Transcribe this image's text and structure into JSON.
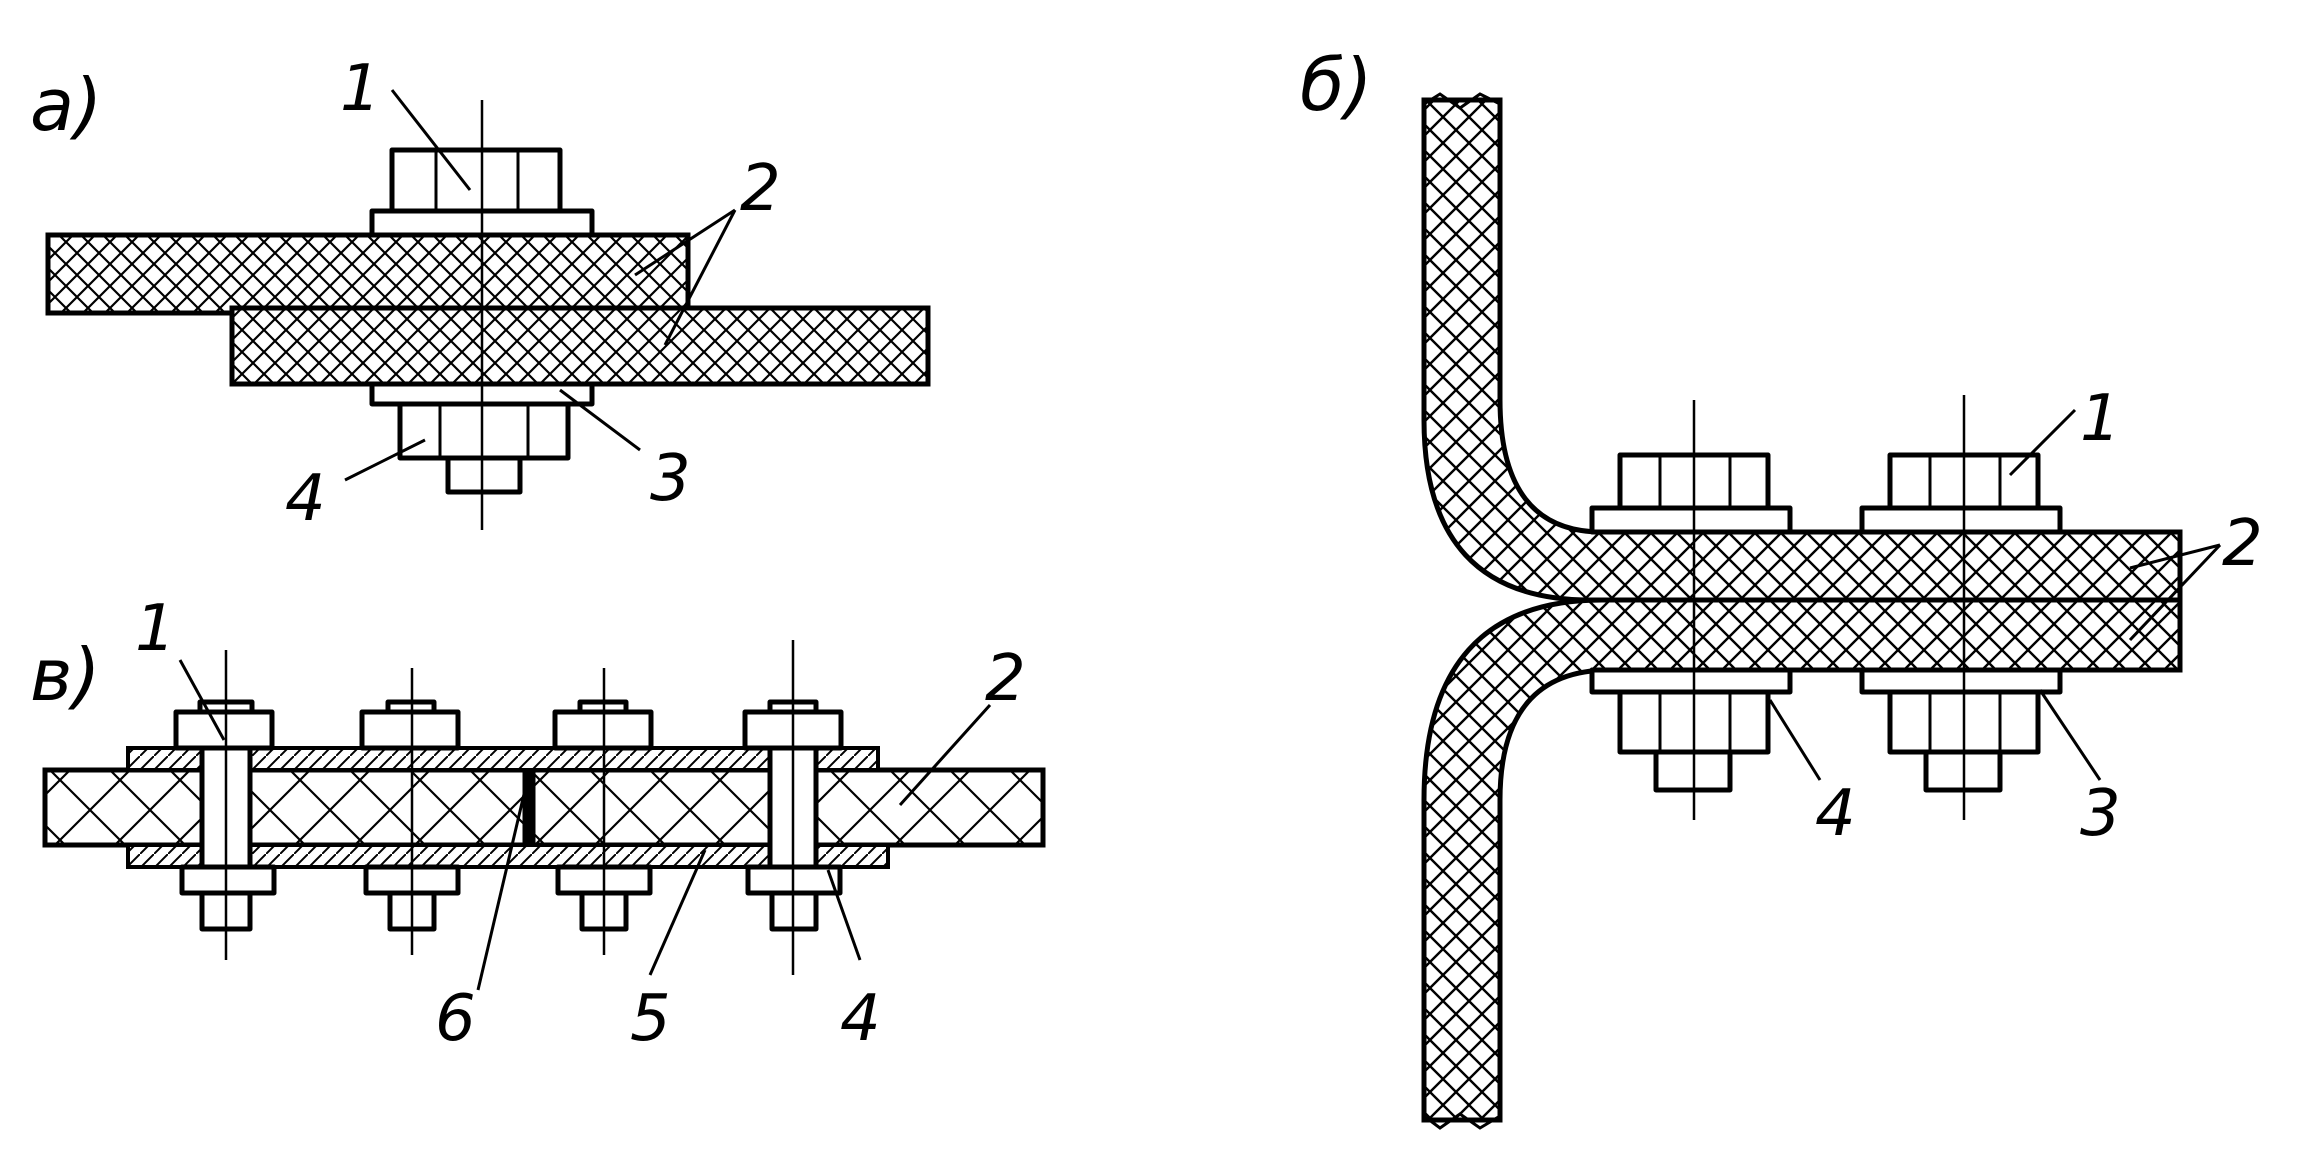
{
  "figure": {
    "panel_a": {
      "label": "а)",
      "callouts": [
        "1",
        "2",
        "3",
        "4"
      ]
    },
    "panel_b": {
      "label": "б)",
      "callouts": [
        "1",
        "2",
        "3",
        "4"
      ]
    },
    "panel_v": {
      "label": "в)",
      "callouts": [
        "1",
        "2",
        "4",
        "5",
        "6"
      ]
    }
  },
  "colors": {
    "ink": "#000000",
    "paper": "#ffffff"
  }
}
